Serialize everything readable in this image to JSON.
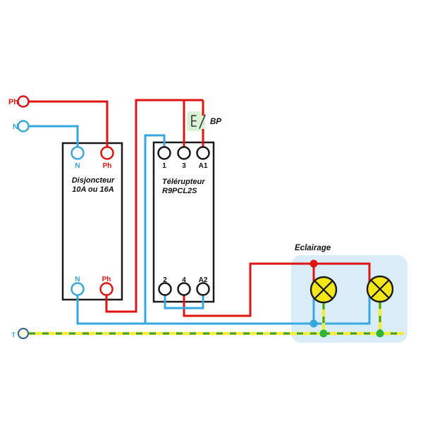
{
  "colors": {
    "phase": "#df1412",
    "neutral": "#36a7df",
    "earth_yellow": "#f2ee3c",
    "earth_green": "#3f9b3f",
    "junction_green": "#2eb43a",
    "lamp_fill": "#f4e718",
    "outline": "#1a1a1a",
    "lighting_zone_fill": "#d9edf9",
    "bp_box_fill": "#d9f2d5",
    "earth_terminal_fill": "#fbf6d9",
    "earth_terminal_stroke": "#1f5f9a"
  },
  "feeds": {
    "phase": "Ph",
    "neutral": "N",
    "earth": "T"
  },
  "breaker": {
    "title": [
      "Disjoncteur",
      "10A ou 16A"
    ],
    "top_terminals": [
      "N",
      "Ph"
    ],
    "bottom_terminals": [
      "N",
      "Ph"
    ]
  },
  "relay": {
    "title": [
      "Télérupteur",
      "R9PCL2S"
    ],
    "top_terminals": [
      "1",
      "3",
      "A1"
    ],
    "bottom_terminals": [
      "2",
      "4",
      "A2"
    ]
  },
  "push_button": {
    "label": "BP"
  },
  "lighting": {
    "label": "Eclairage",
    "lamp_count": 2
  }
}
